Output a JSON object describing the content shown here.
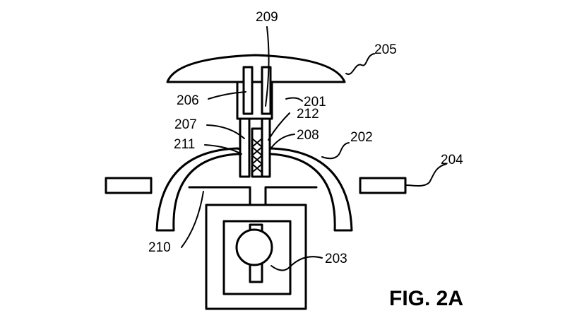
{
  "figure": {
    "caption": "FIG. 2A",
    "labels": {
      "l201": "201",
      "l202": "202",
      "l203": "203",
      "l204": "204",
      "l205": "205",
      "l206": "206",
      "l207": "207",
      "l208": "208",
      "l209": "209",
      "l210": "210",
      "l211": "211",
      "l212": "212"
    }
  }
}
